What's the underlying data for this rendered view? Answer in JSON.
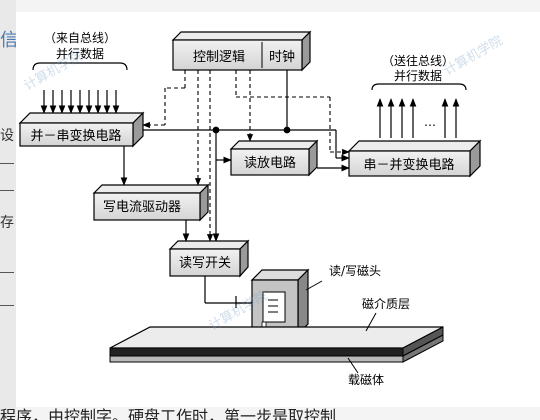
{
  "page": {
    "left_fragments": [
      "信",
      "设",
      "存"
    ],
    "bottom_text": "程序，由控制字。硬盘工作时，第一步是取控制",
    "watermarks": [
      "计算机学院",
      "计算机学院",
      "计算机学院"
    ]
  },
  "diagram": {
    "input_label_line1": "（来自总线）",
    "input_label_line2": "并行数据",
    "output_label_line1": "（送往总线）",
    "output_label_line2": "并行数据",
    "control_logic": "控制逻辑",
    "clock": "时钟",
    "par_to_ser": "并－串变换电路",
    "ser_to_par": "串－并变换电路",
    "read_amp": "读放电路",
    "write_driver": "写电流驱动器",
    "rw_switch": "读写开关",
    "head_label": "读/写磁头",
    "media_label": "磁介质层",
    "carrier_label": "载磁体",
    "ellipsis": "…"
  }
}
